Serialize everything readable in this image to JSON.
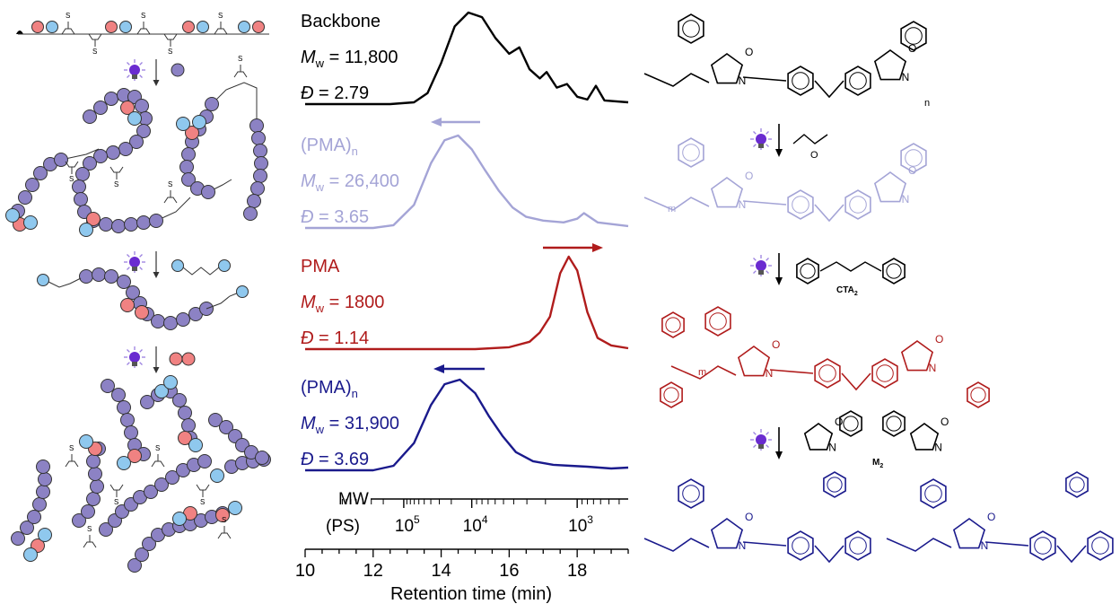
{
  "colors": {
    "black": "#000000",
    "lavender": "#a4a4d6",
    "red": "#b01c1c",
    "navy": "#1a1a8c",
    "bead_purple": "#8c82c4",
    "bead_red": "#f08282",
    "bead_blue": "#8fc8ee",
    "lamp": "#6a2bd0"
  },
  "left_panel": {
    "step_icons": [
      "lamp-icon",
      "bead-icon"
    ]
  },
  "right_panel": {
    "cta_label": "CTA",
    "cta_sub": "2",
    "m_label": "M",
    "m_sub": "2",
    "n_label": "n",
    "m_repeat": "m"
  },
  "chart_data": {
    "type": "line",
    "xlabel": "Retention time (min)",
    "xlim": [
      10,
      19.5
    ],
    "x_ticks": [
      10,
      12,
      14,
      16,
      18
    ],
    "mw_axis": {
      "label_top": "MW",
      "label_bottom": "(PS)",
      "tick_labels": [
        {
          "text": "10",
          "sup": "5",
          "x": 12.9
        },
        {
          "text": "10",
          "sup": "4",
          "x": 14.9
        },
        {
          "text": "10",
          "sup": "3",
          "x": 18.0
        }
      ]
    },
    "series": [
      {
        "name": "Backbone",
        "mw_value": "= 11,800",
        "d_value": "= 2.79",
        "color": "#000000",
        "points": [
          [
            10,
            0.0
          ],
          [
            12.5,
            0.0
          ],
          [
            13.2,
            0.02
          ],
          [
            13.6,
            0.12
          ],
          [
            14.0,
            0.45
          ],
          [
            14.4,
            0.85
          ],
          [
            14.8,
            1.0
          ],
          [
            15.2,
            0.95
          ],
          [
            15.6,
            0.72
          ],
          [
            16.0,
            0.55
          ],
          [
            16.3,
            0.62
          ],
          [
            16.6,
            0.38
          ],
          [
            16.9,
            0.28
          ],
          [
            17.1,
            0.35
          ],
          [
            17.4,
            0.18
          ],
          [
            17.7,
            0.22
          ],
          [
            18.0,
            0.08
          ],
          [
            18.3,
            0.05
          ],
          [
            18.55,
            0.2
          ],
          [
            18.8,
            0.04
          ],
          [
            19.5,
            0.02
          ]
        ]
      },
      {
        "name": "(PMA)",
        "name_sub": "n",
        "mw_value": "= 26,400",
        "d_value": "= 3.65",
        "color": "#a4a4d6",
        "points": [
          [
            10,
            0.0
          ],
          [
            12.0,
            0.0
          ],
          [
            12.6,
            0.03
          ],
          [
            13.2,
            0.25
          ],
          [
            13.7,
            0.7
          ],
          [
            14.1,
            0.95
          ],
          [
            14.5,
            1.0
          ],
          [
            14.9,
            0.85
          ],
          [
            15.3,
            0.62
          ],
          [
            15.7,
            0.4
          ],
          [
            16.1,
            0.22
          ],
          [
            16.5,
            0.12
          ],
          [
            17.0,
            0.08
          ],
          [
            17.6,
            0.06
          ],
          [
            18.0,
            0.1
          ],
          [
            18.2,
            0.16
          ],
          [
            18.6,
            0.06
          ],
          [
            19.5,
            0.02
          ]
        ]
      },
      {
        "name": "PMA",
        "mw_value": "= 1800",
        "d_value": "= 1.14",
        "color": "#b01c1c",
        "points": [
          [
            10,
            0.0
          ],
          [
            15.0,
            0.0
          ],
          [
            16.0,
            0.02
          ],
          [
            16.6,
            0.08
          ],
          [
            16.9,
            0.18
          ],
          [
            17.2,
            0.35
          ],
          [
            17.5,
            0.82
          ],
          [
            17.75,
            1.0
          ],
          [
            18.0,
            0.85
          ],
          [
            18.3,
            0.4
          ],
          [
            18.6,
            0.12
          ],
          [
            19.0,
            0.04
          ],
          [
            19.5,
            0.01
          ]
        ]
      },
      {
        "name": "(PMA)",
        "name_sub": "n",
        "mw_value": "= 31,900",
        "d_value": "= 3.69",
        "color": "#1a1a8c",
        "points": [
          [
            10,
            0.0
          ],
          [
            12.0,
            0.0
          ],
          [
            12.6,
            0.05
          ],
          [
            13.2,
            0.3
          ],
          [
            13.7,
            0.72
          ],
          [
            14.1,
            0.95
          ],
          [
            14.55,
            1.0
          ],
          [
            15.0,
            0.85
          ],
          [
            15.4,
            0.6
          ],
          [
            15.8,
            0.38
          ],
          [
            16.2,
            0.2
          ],
          [
            16.7,
            0.1
          ],
          [
            17.3,
            0.06
          ],
          [
            17.8,
            0.05
          ],
          [
            18.3,
            0.04
          ],
          [
            19.0,
            0.02
          ],
          [
            19.5,
            0.03
          ]
        ]
      }
    ]
  }
}
